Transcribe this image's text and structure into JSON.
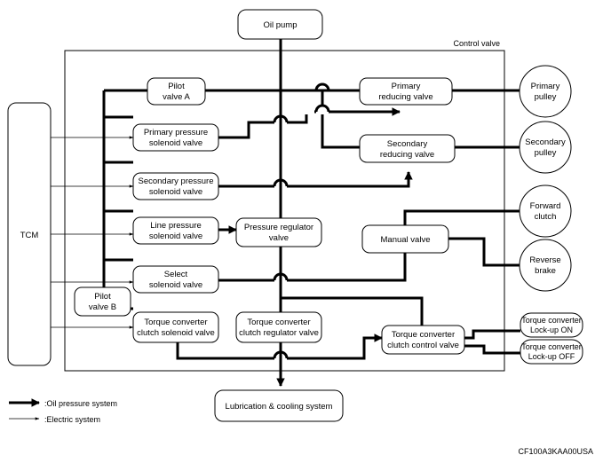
{
  "labels": {
    "control_valve": "Control valve",
    "image_code": "CF100A3KAA00USA"
  },
  "legend": {
    "oil": ":Oil pressure system",
    "electric": ":Electric system"
  },
  "components": {
    "oil_pump": [
      "Oil pump"
    ],
    "tcm": [
      "TCM"
    ],
    "pilot_valve_a": [
      "Pilot",
      "valve A"
    ],
    "pilot_valve_b": [
      "Pilot",
      "valve B"
    ],
    "primary_pressure_solenoid": [
      "Primary pressure",
      "solenoid valve"
    ],
    "secondary_pressure_solenoid": [
      "Secondary pressure",
      "solenoid valve"
    ],
    "line_pressure_solenoid": [
      "Line pressure",
      "solenoid valve"
    ],
    "select_solenoid": [
      "Select",
      "solenoid valve"
    ],
    "tcc_solenoid": [
      "Torque converter",
      "clutch solenoid valve"
    ],
    "pressure_regulator": [
      "Pressure regulator",
      "valve"
    ],
    "tcc_regulator": [
      "Torque converter",
      "clutch regulator valve"
    ],
    "primary_reducing": [
      "Primary",
      "reducing valve"
    ],
    "secondary_reducing": [
      "Secondary",
      "reducing valve"
    ],
    "manual_valve": [
      "Manual valve"
    ],
    "tcc_control": [
      "Torque converter",
      "clutch control valve"
    ],
    "lubrication": [
      "Lubrication & cooling system"
    ],
    "primary_pulley": [
      "Primary",
      "pulley"
    ],
    "secondary_pulley": [
      "Secondary",
      "pulley"
    ],
    "forward_clutch": [
      "Forward",
      "clutch"
    ],
    "reverse_brake": [
      "Reverse",
      "brake"
    ],
    "lockup_on": [
      "Torque converter",
      "Lock-up ON"
    ],
    "lockup_off": [
      "Torque converter",
      "Lock-up OFF"
    ]
  }
}
